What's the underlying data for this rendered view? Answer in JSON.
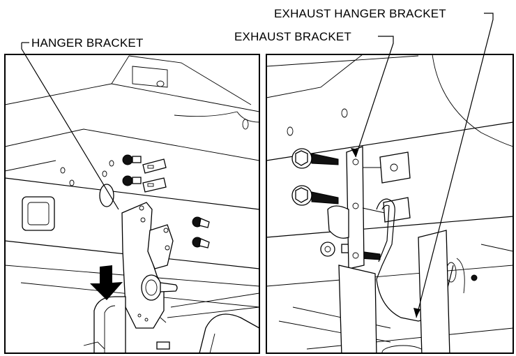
{
  "callouts": {
    "hanger_bracket": "HANGER BRACKET",
    "exhaust_bracket": "EXHAUST BRACKET",
    "exhaust_hanger_bracket": "EXHAUST HANGER BRACKET"
  },
  "panels": {
    "left": {
      "icon": "install-down-arrow-icon"
    },
    "right": {}
  }
}
